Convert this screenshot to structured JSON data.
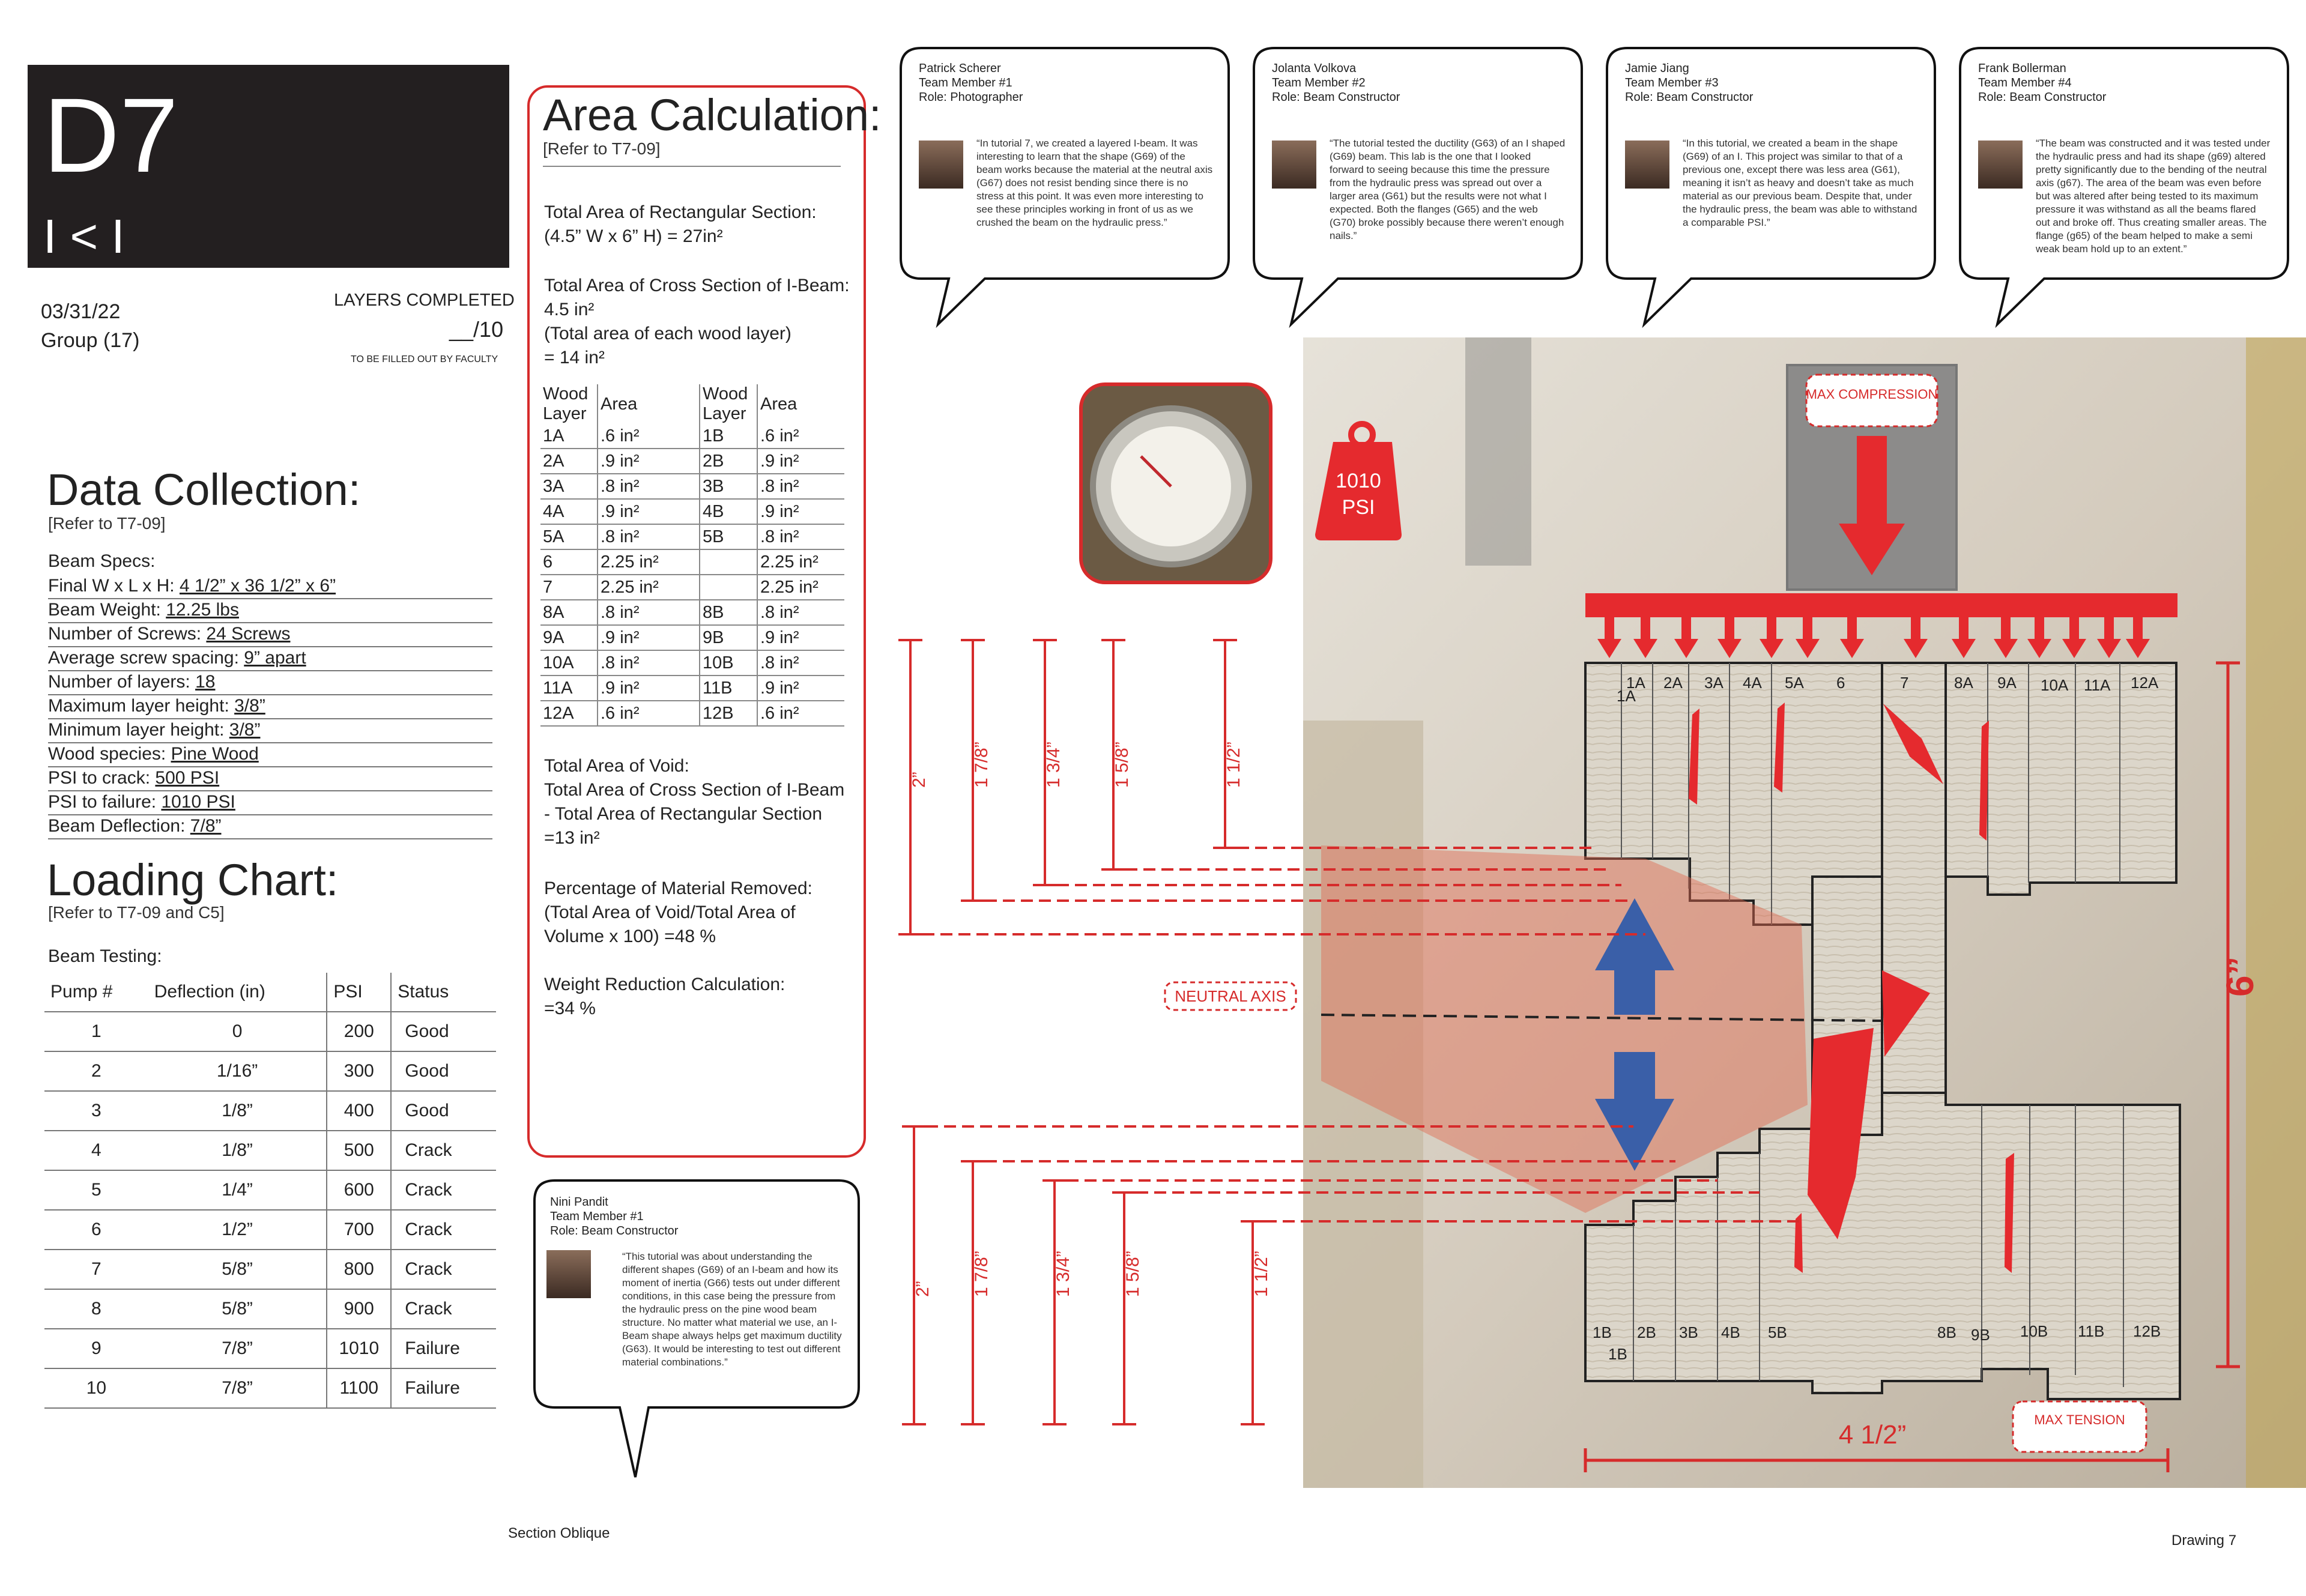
{
  "header": {
    "code": "D7",
    "subtitle": "I < I",
    "date": "03/31/22",
    "group": "Group (17)",
    "layers_completed": "LAYERS COMPLETED",
    "layers_score": "__/10",
    "faculty_note": "TO BE FILLED OUT BY FACULTY"
  },
  "data_collection": {
    "title": "Data Collection:",
    "ref": "[Refer to T7-09]",
    "heading": "Beam Specs:",
    "specs": [
      {
        "label": "Final W x L x H:",
        "value": "4 1/2” x 36 1/2” x 6”"
      },
      {
        "label": "Beam Weight:",
        "value": "12.25 lbs"
      },
      {
        "label": "Number of Screws:",
        "value": "24 Screws"
      },
      {
        "label": "Average screw spacing:",
        "value": "9” apart"
      },
      {
        "label": "Number of layers:",
        "value": "18"
      },
      {
        "label": "Maximum layer height:",
        "value": "3/8”"
      },
      {
        "label": "Minimum layer height:",
        "value": "3/8”"
      },
      {
        "label": "Wood species:",
        "value": "Pine Wood"
      },
      {
        "label": "PSI to crack:",
        "value": "500 PSI"
      },
      {
        "label": "PSI to failure:",
        "value": "1010 PSI"
      },
      {
        "label": "Beam Deflection:",
        "value": "7/8”"
      }
    ]
  },
  "loading_chart": {
    "title": "Loading Chart:",
    "ref": "[Refer to T7-09 and C5]",
    "heading": "Beam Testing:",
    "columns": [
      "Pump #",
      "Deflection (in)",
      "PSI",
      "Status"
    ],
    "rows": [
      [
        "1",
        "0",
        "200",
        "Good"
      ],
      [
        "2",
        "1/16”",
        "300",
        "Good"
      ],
      [
        "3",
        "1/8”",
        "400",
        "Good"
      ],
      [
        "4",
        "1/8”",
        "500",
        "Crack"
      ],
      [
        "5",
        "1/4”",
        "600",
        "Crack"
      ],
      [
        "6",
        "1/2”",
        "700",
        "Crack"
      ],
      [
        "7",
        "5/8”",
        "800",
        "Crack"
      ],
      [
        "8",
        "5/8”",
        "900",
        "Crack"
      ],
      [
        "9",
        "7/8”",
        "1010",
        "Failure"
      ],
      [
        "10",
        "7/8”",
        "1100",
        "Failure"
      ]
    ]
  },
  "area_calc": {
    "title": "Area Calculation:",
    "ref": "[Refer to T7-09]",
    "rect_title": "Total Area of Rectangular Section:",
    "rect_formula": "(4.5” W x 6” H) = 27in²",
    "cross_title": "Total Area of Cross Section of I-Beam:",
    "cross_value": "4.5 in²",
    "cross_note": "(Total area of each wood layer)",
    "cross_result": "= 14 in²",
    "table_headers": [
      "Wood Layer",
      "Area",
      "Wood Layer",
      "Area"
    ],
    "table_rows": [
      [
        "1A",
        ".6 in²",
        "1B",
        ".6 in²"
      ],
      [
        "2A",
        ".9 in²",
        "2B",
        ".9 in²"
      ],
      [
        "3A",
        ".8 in²",
        "3B",
        ".8 in²"
      ],
      [
        "4A",
        ".9 in²",
        "4B",
        ".9 in²"
      ],
      [
        "5A",
        ".8 in²",
        "5B",
        ".8 in²"
      ],
      [
        "6",
        "2.25 in²",
        "",
        "2.25 in²"
      ],
      [
        "7",
        "2.25 in²",
        "",
        "2.25 in²"
      ],
      [
        "8A",
        ".8 in²",
        "8B",
        ".8 in²"
      ],
      [
        "9A",
        ".9 in²",
        "9B",
        ".9 in²"
      ],
      [
        "10A",
        ".8 in²",
        "10B",
        ".8 in²"
      ],
      [
        "11A",
        ".9 in²",
        "11B",
        ".9 in²"
      ],
      [
        "12A",
        ".6 in²",
        "12B",
        ".6 in²"
      ]
    ],
    "void_lines": [
      "Total Area of Void:",
      "Total Area of Cross Section of I-Beam",
      "- Total Area of Rectangular Section",
      "=13 in²"
    ],
    "pct_lines": [
      "Percentage of Material Removed:",
      "(Total Area of Void/Total Area of",
      "Volume x 100) =48 %"
    ],
    "weight_lines": [
      "Weight Reduction Calculation:",
      " =34 %"
    ]
  },
  "team": [
    {
      "name": "Patrick Scherer",
      "member": "Team Member #1",
      "role": "Role: Photographer",
      "quote": "“In tutorial 7, we created a layered I-beam.  It was interesting to learn that the shape (G69) of the beam works because the material at the neutral axis (G67) does not resist bending since there is no stress at this point.  It was even more interesting to see these principles working in front of us as we crushed the beam on the hydraulic press.”"
    },
    {
      "name": "Jolanta Volkova",
      "member": "Team Member #2",
      "role": "Role: Beam Constructor",
      "quote": "“The tutorial tested the ductility (G63) of an I shaped (G69) beam. This lab is the one that I looked forward to seeing because this time the pressure from the hydraulic press was spread out over a larger area (G61) but the results were not what I expected. Both the flanges (G65) and the web (G70) broke possibly because there weren’t enough nails.”"
    },
    {
      "name": "Jamie Jiang",
      "member": "Team Member #3",
      "role": "Role: Beam Constructor",
      "quote": "“In this tutorial, we created a beam in the shape (G69) of an I. This project was similar to that of a previous one, except there was less area (G61), meaning it isn’t as heavy and doesn’t take as much material as our previous beam. Despite that, under the hydraulic press, the beam was able to withstand a comparable PSI.”"
    },
    {
      "name": "Frank Bollerman",
      "member": "Team Member #4",
      "role": "Role: Beam Constructor",
      "quote": "“The beam was constructed and it was tested under the hydraulic press and had its shape (g69) altered pretty significantly due to the bending of the neutral axis (g67). The area of the beam was even before but was altered after being tested to its maximum pressure it was withstand as all the beams flared out and broke off. Thus creating smaller areas. The flange (g65) of the beam helped to make a semi weak beam hold up to an extent.”"
    }
  ],
  "nini": {
    "name": "Nini Pandit",
    "member": "Team Member #1",
    "role": "Role: Beam Constructor",
    "quote": "“This tutorial was about understanding the different shapes (G69) of an I-beam and how its moment of inertia (G66) tests out under different conditions, in this case being the pressure from the hydraulic press on the pine wood beam structure. No matter what material we use, an I-Beam shape always helps get maximum ductility (G63). It would be interesting to test out different material combinations.”"
  },
  "diagram": {
    "psi_label": "1010",
    "psi_unit": "PSI",
    "max_compression": "MAX COMPRESSION",
    "max_tension": "MAX TENSION",
    "neutral_axis": "NEUTRAL AXIS",
    "height_label": "6”",
    "width_label": "4 1/2”",
    "top_dims": [
      "2”",
      "1 7/8”",
      "1 3/4”",
      "1 5/8”",
      "1 1/2”"
    ],
    "bottom_dims": [
      "2”",
      "1 7/8”",
      "1 3/4”",
      "1 5/8”",
      "1 1/2”"
    ],
    "top_layers": [
      "1A",
      "1A",
      "2A",
      "3A",
      "4A",
      "5A",
      "6",
      "7",
      "8A",
      "9A",
      "10A",
      "11A",
      "12A"
    ],
    "bottom_layers": [
      "1B",
      "1B",
      "2B",
      "3B",
      "4B",
      "5B",
      "8B",
      "9B",
      "10B",
      "11B",
      "12B"
    ]
  },
  "footer": {
    "left": "Section Oblique",
    "right": "Drawing 7"
  },
  "colors": {
    "accent_red": "#d62b2b",
    "arrow_blue": "#3a5fa8",
    "title_block": "#231f20"
  }
}
